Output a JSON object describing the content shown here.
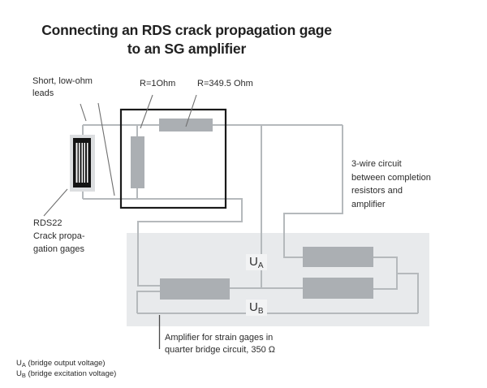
{
  "title": {
    "line1": "Connecting an RDS crack propagation gage",
    "line2": "to an SG amplifier"
  },
  "labels": {
    "short_leads": "Short, low-ohm\nleads",
    "r_series": "R=1Ohm",
    "r_completion": "R=349.5 Ohm",
    "three_wire": "3-wire circuit\nbetween completion\nresistors and\namplifier",
    "gage": "RDS22\nCrack propa-\ngation gages",
    "amplifier": "Amplifier for strain gages in\nquarter bridge circuit, 350 Ω"
  },
  "voltages": {
    "ua_main": "U",
    "ua_sub": "A",
    "ub_main": "U",
    "ub_sub": "B"
  },
  "footnotes": [
    {
      "sym": "U",
      "sub": "A",
      "text": " (bridge output voltage)"
    },
    {
      "sym": "U",
      "sub": "B",
      "text": " (bridge excitation voltage)"
    }
  ],
  "colors": {
    "wire": "#b5b9bc",
    "resistor": "#abafb3",
    "amplifier_box": "#e8eaec",
    "gage_pad": "#dcdee0",
    "completion_box_border": "#1a1a1a",
    "leader_line": "#6f6f6f",
    "text": "#2b2b2b",
    "label_patch": "#f2f3f4"
  }
}
